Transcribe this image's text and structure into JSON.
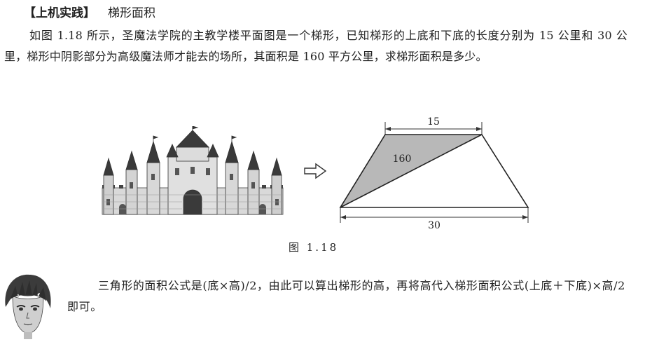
{
  "heading": {
    "tag": "【上机实践】",
    "title": "梯形面积"
  },
  "problem_text": "如图 1.18 所示，圣魔法学院的主教学楼平面图是一个梯形，已知梯形的上底和下底的长度分别为 15 公里和 30 公里，梯形中阴影部分为高级魔法师才能去的场所，其面积是 160 平方公里，求梯形面积是多少。",
  "figure": {
    "top_base_label": "15",
    "bottom_base_label": "30",
    "shaded_area_label": "160",
    "caption": "图 1.18",
    "arrow_icon": "hollow-right-arrow-icon",
    "shade_color": "#b8b8b8"
  },
  "hint_text": "三角形的面积公式是(底×高)/2，由此可以算出梯形的高，再将高代入梯形面积公式(上底＋下底)×高/2 即可。"
}
